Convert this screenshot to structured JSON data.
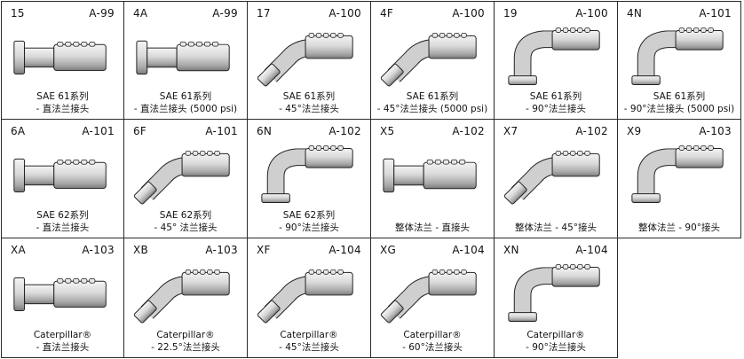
{
  "cells": [
    {
      "code": "15",
      "page": "A-99",
      "line1": "SAE 61系列",
      "line2": "- 直法兰接头",
      "shape": "straight-flange"
    },
    {
      "code": "4A",
      "page": "A-99",
      "line1": "SAE 61系列",
      "line2": "- 直法兰接头 (5000 psi)",
      "shape": "straight-flange"
    },
    {
      "code": "17",
      "page": "A-100",
      "line1": "SAE 61系列",
      "line2": "- 45°法兰接头",
      "shape": "elbow-45-flange"
    },
    {
      "code": "4F",
      "page": "A-100",
      "line1": "SAE 61系列",
      "line2": "- 45°法兰接头 (5000 psi)",
      "shape": "elbow-45-flange"
    },
    {
      "code": "19",
      "page": "A-100",
      "line1": "SAE 61系列",
      "line2": "- 90°法兰接头",
      "shape": "elbow-90-flange"
    },
    {
      "code": "4N",
      "page": "A-101",
      "line1": "SAE 61系列",
      "line2": "- 90°法兰接头 (5000 psi)",
      "shape": "elbow-90-flange"
    },
    {
      "code": "6A",
      "page": "A-101",
      "line1": "SAE 62系列",
      "line2": "- 直法兰接头",
      "shape": "straight-flange"
    },
    {
      "code": "6F",
      "page": "A-101",
      "line1": "SAE 62系列",
      "line2": "- 45° 法兰接头",
      "shape": "elbow-45-flange"
    },
    {
      "code": "6N",
      "page": "A-102",
      "line1": "SAE 62系列",
      "line2": "- 90°法兰接头",
      "shape": "elbow-90-flange"
    },
    {
      "code": "X5",
      "page": "A-102",
      "line1": "整体法兰 - 直接头",
      "line2": "",
      "shape": "straight-integral"
    },
    {
      "code": "X7",
      "page": "A-102",
      "line1": "整体法兰 - 45°接头",
      "line2": "",
      "shape": "elbow-45-integral"
    },
    {
      "code": "X9",
      "page": "A-103",
      "line1": "整体法兰 - 90°接头",
      "line2": "",
      "shape": "elbow-90-integral"
    },
    {
      "code": "XA",
      "page": "A-103",
      "line1": "Caterpillar®",
      "line2": "- 直法兰接头",
      "shape": "straight-flange"
    },
    {
      "code": "XB",
      "page": "A-103",
      "line1": "Caterpillar®",
      "line2": "- 22.5°法兰接头",
      "shape": "elbow-22-flange"
    },
    {
      "code": "XF",
      "page": "A-104",
      "line1": "Caterpillar®",
      "line2": "- 45°法兰接头",
      "shape": "elbow-45-flange"
    },
    {
      "code": "XG",
      "page": "A-104",
      "line1": "Caterpillar®",
      "line2": "- 60°法兰接头",
      "shape": "elbow-60-flange"
    },
    {
      "code": "XN",
      "page": "A-104",
      "line1": "Caterpillar®",
      "line2": "- 90°法兰接头",
      "shape": "elbow-90-flange"
    }
  ]
}
